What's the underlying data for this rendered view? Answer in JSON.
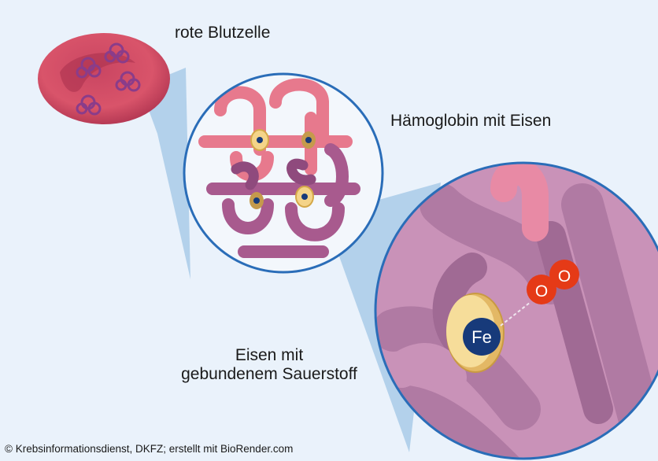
{
  "labels": {
    "red_blood_cell": "rote Blutzelle",
    "hemoglobin": "Hämoglobin mit Eisen",
    "iron_line1": "Eisen mit",
    "iron_line2": "gebundenem Sauerstoff"
  },
  "atoms": {
    "iron": "Fe",
    "oxygen_1": "O",
    "oxygen_2": "O"
  },
  "copyright": "© Krebsinformationsdienst, DKFZ; erstellt mit BioRender.com",
  "colors": {
    "background": "#eaf2fb",
    "cell": "#d9546a",
    "hemoglobin_pink": "#e7798d",
    "hemoglobin_purple": "#a85a8e",
    "zoom_beam": "#a9cbe8",
    "circle_border": "#2a6db8",
    "iron": "#173a7a",
    "oxygen": "#e53a17",
    "heme_disc": "#f4d489"
  }
}
